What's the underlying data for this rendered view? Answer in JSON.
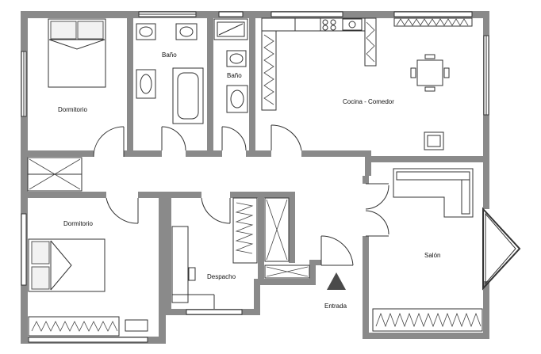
{
  "rooms": {
    "dormitorio_top": "Dormitorio",
    "bano_left": "Baño",
    "bano_right": "Baño",
    "cocina_comedor": "Cocina - Comedor",
    "dormitorio_bottom": "Dormitorio",
    "despacho": "Despacho",
    "salon": "Salón",
    "entrada": "Entrada"
  },
  "colors": {
    "wall": "#8a8a8a",
    "entrance_marker": "#4a4a4a"
  },
  "icons": {
    "entrance_marker": "triangle-icon"
  }
}
